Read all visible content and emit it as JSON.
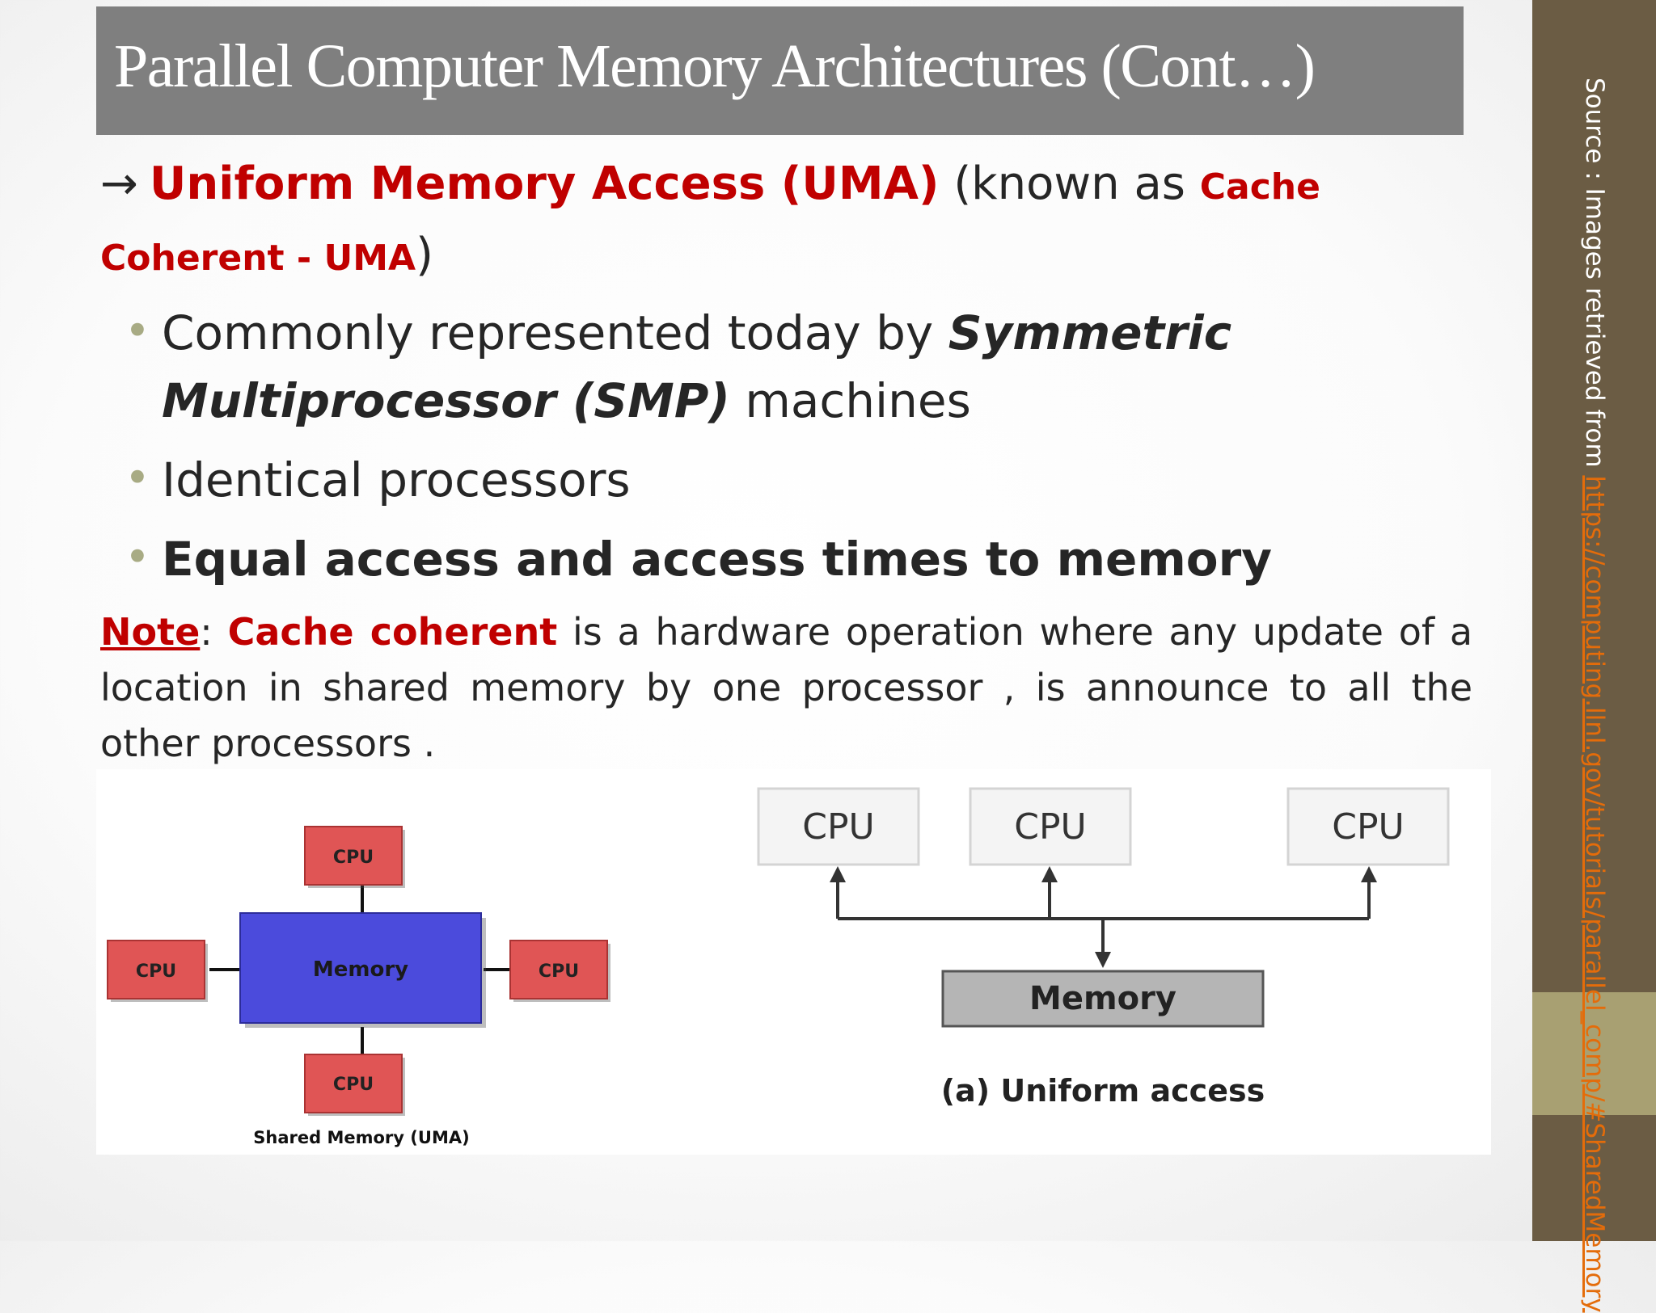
{
  "slide": {
    "title": "Parallel Computer Memory Architectures (Cont…)",
    "heading": {
      "arrow": "→",
      "term": "Uniform Memory Access (UMA)",
      "known_as": " (known as ",
      "alias": "Cache Coherent - UMA",
      "close": ")"
    },
    "bullets": {
      "b1_pre": "Commonly represented today by ",
      "b1_em": "Symmetric Multiprocessor (SMP)",
      "b1_post": " machines",
      "b2": "Identical processors",
      "b3": "Equal access and access times to memory"
    },
    "note": {
      "label": "Note",
      "colon": ": ",
      "term": "Cache coherent",
      "text": " is a hardware operation where  any update of a location in shared memory by one processor , is  announce to   all the other processors  ."
    },
    "diagram_left": {
      "cpu_top": "CPU",
      "cpu_left": "CPU",
      "cpu_right": "CPU",
      "cpu_bottom": "CPU",
      "memory": "Memory",
      "caption": "Shared Memory (UMA)"
    },
    "diagram_right": {
      "cpu_1": "CPU",
      "cpu_2": "CPU",
      "cpu_3": "CPU",
      "memory": "Memory",
      "caption": "(a) Uniform access"
    },
    "source": {
      "prefix": "Source : Images retrieved from ",
      "link": "https://computing.llnl.gov/tutorials/parallel_comp/#SharedMemory"
    },
    "colors": {
      "title_bar": "#7f7f7f",
      "accent_red": "#c00000",
      "sidebar": "#6b5c44",
      "sidebar_accent": "#a8a072",
      "cpu_box": "#e05555",
      "memory_box": "#4b4bdc",
      "memory_gray": "#b5b5b5",
      "link": "#e46c0a"
    }
  }
}
